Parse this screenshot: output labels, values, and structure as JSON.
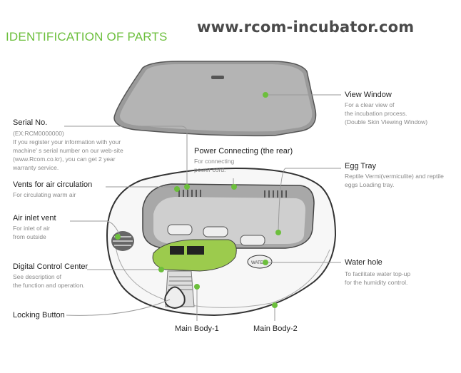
{
  "title": "IDENTIFICATION OF PARTS",
  "website": "www.rcom-incubator.com",
  "parts": {
    "serial_no": {
      "label": "Serial No.",
      "lines": [
        "(EX:RCM0000000)",
        "If you register your information with your",
        "machine' s serial number on our web-site",
        "(www.Rcom.co.kr), you can get 2 year",
        "warranty service."
      ]
    },
    "vents": {
      "label": "Vents for air circulation",
      "lines": [
        "For circulating warm air"
      ]
    },
    "air_inlet": {
      "label": "Air inlet vent",
      "lines": [
        "For inlet of air",
        "from outside"
      ]
    },
    "control": {
      "label": "Digital Control Center",
      "lines": [
        "See description of",
        "the function and operation."
      ]
    },
    "locking": {
      "label": "Locking Button"
    },
    "power": {
      "label": "Power Connecting (the rear)",
      "lines": [
        "For connecting",
        "power cord."
      ]
    },
    "view_window": {
      "label": "View Window",
      "lines": [
        "For a clear view of",
        "the incubation process.",
        "(Double Skin Viewing Window)"
      ]
    },
    "egg_tray": {
      "label": "Egg Tray",
      "lines": [
        "Reptile Vermi(vermiculite) and reptile",
        "eggs Loading tray."
      ]
    },
    "water_hole": {
      "label": "Water hole",
      "lines": [
        "To facilitate water top-up",
        "for the humidity control."
      ],
      "cap_text": "WATER"
    },
    "main_body_1": {
      "label": "Main Body-1"
    },
    "main_body_2": {
      "label": "Main Body-2"
    }
  },
  "colors": {
    "accent": "#6cbf3c",
    "leader": "#9a9a9a"
  }
}
